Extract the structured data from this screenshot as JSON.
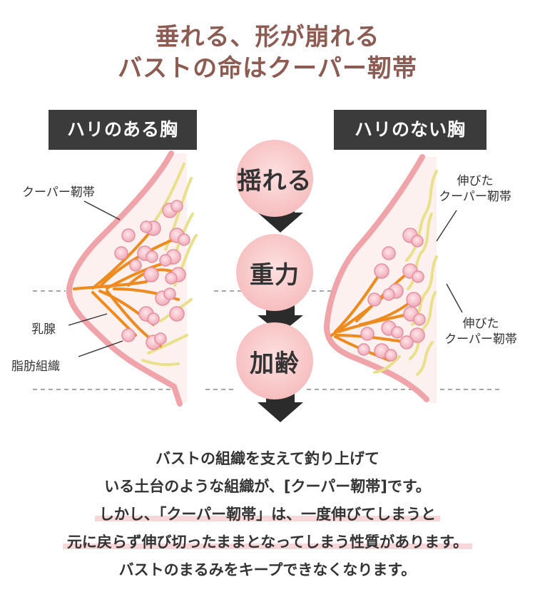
{
  "title": {
    "line1": "垂れる、形が崩れる",
    "line2": "バストの命はクーパー靭帯"
  },
  "labels": {
    "left": "ハリのある胸",
    "right": "ハリのない胸"
  },
  "steps": [
    "揺れる",
    "重力",
    "加齢"
  ],
  "annotations": {
    "cooper_left": "クーパー靭帯",
    "mammary": "乳腺",
    "fat": "脂肪組織",
    "stretched_top_1": "伸びた",
    "stretched_top_2": "クーパー靭帯",
    "stretched_bottom_1": "伸びた",
    "stretched_bottom_2": "クーパー靭帯"
  },
  "body": {
    "line1": "バストの組織を支えて釣り上げて",
    "line2": "いる土台のような組織が、[クーパー靭帯]です。",
    "line3": "しかし、「クーパー靭帯」は、一度伸びてしまうと",
    "line4": "元に戻らず伸び切ったままとなってしまう性質があります。",
    "line5": "バストのまるみをキープできなくなります。"
  },
  "colors": {
    "title": "#8e5b52",
    "label_bg": "#3b3b3b",
    "breast_outline": "#f0a3a9",
    "breast_fill": "#fdf1ef",
    "ligament": "#e8e08a",
    "gland": "#ee8a1e",
    "fat_lobule": "#f4b9c1",
    "step_circle": "#f7c2c3",
    "arrow": "#2b2b2b",
    "highlight": "#f8d7d9"
  }
}
